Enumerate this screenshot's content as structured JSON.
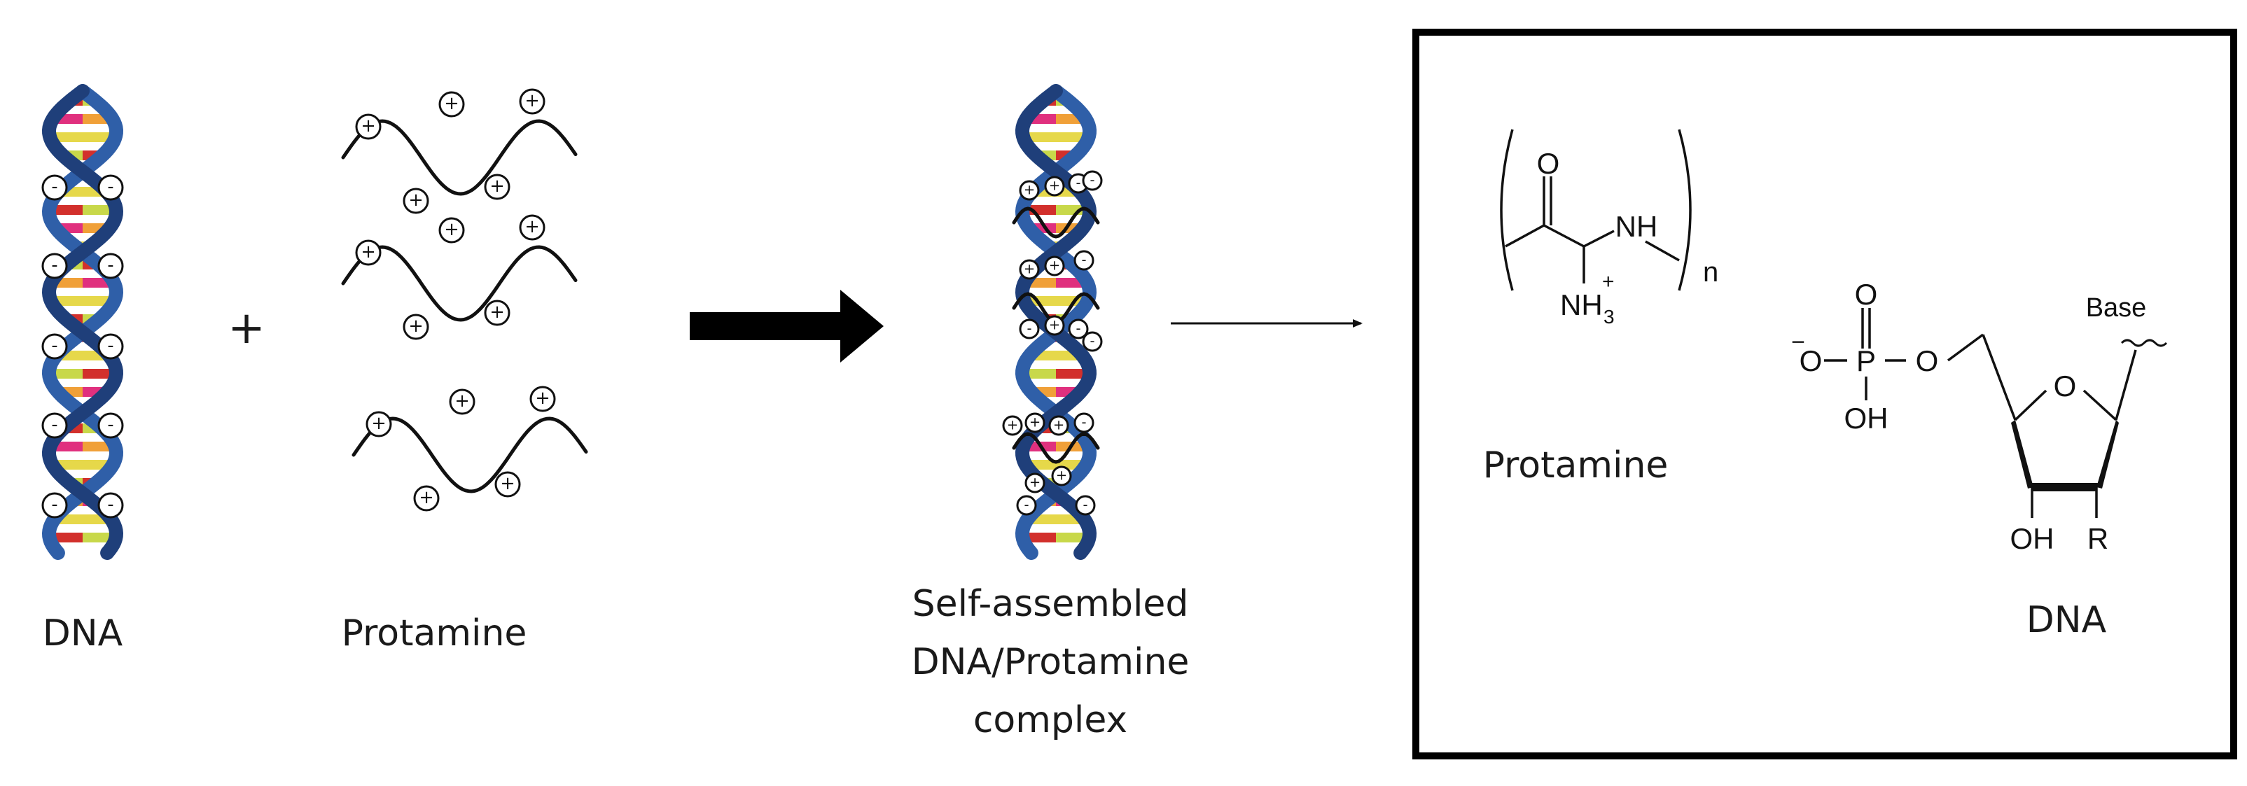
{
  "labels": {
    "dna": "DNA",
    "protamine": "Protamine",
    "complex_line1": "Self-assembled",
    "complex_line2": "DNA/Protamine",
    "complex_line3": "complex",
    "plus_sign": "+"
  },
  "charge_symbols": {
    "positive": "+",
    "negative": "-"
  },
  "inset": {
    "protamine": {
      "name": "Protamine",
      "oxygen": "O",
      "nh": "NH",
      "amine_nh": "NH",
      "amine_sub": "3",
      "amine_charge": "+",
      "repeat": "n"
    },
    "dna": {
      "name": "DNA",
      "base": "Base",
      "o_phosphate": "O",
      "o_minus": "O",
      "minus": "−",
      "p": "P",
      "o_link": "O",
      "oh_phosphate": "OH",
      "o_ring": "O",
      "oh_sugar": "OH",
      "r_group": "R"
    }
  },
  "colors": {
    "helix_backbone": "#2f5fa8",
    "helix_backbone_dark": "#1f3f7a",
    "base_red": "#d2302c",
    "base_pink": "#e0307e",
    "base_yellow": "#e6d84a",
    "base_orange": "#f0a038",
    "base_lime": "#c8d84a",
    "ink": "#111111"
  }
}
